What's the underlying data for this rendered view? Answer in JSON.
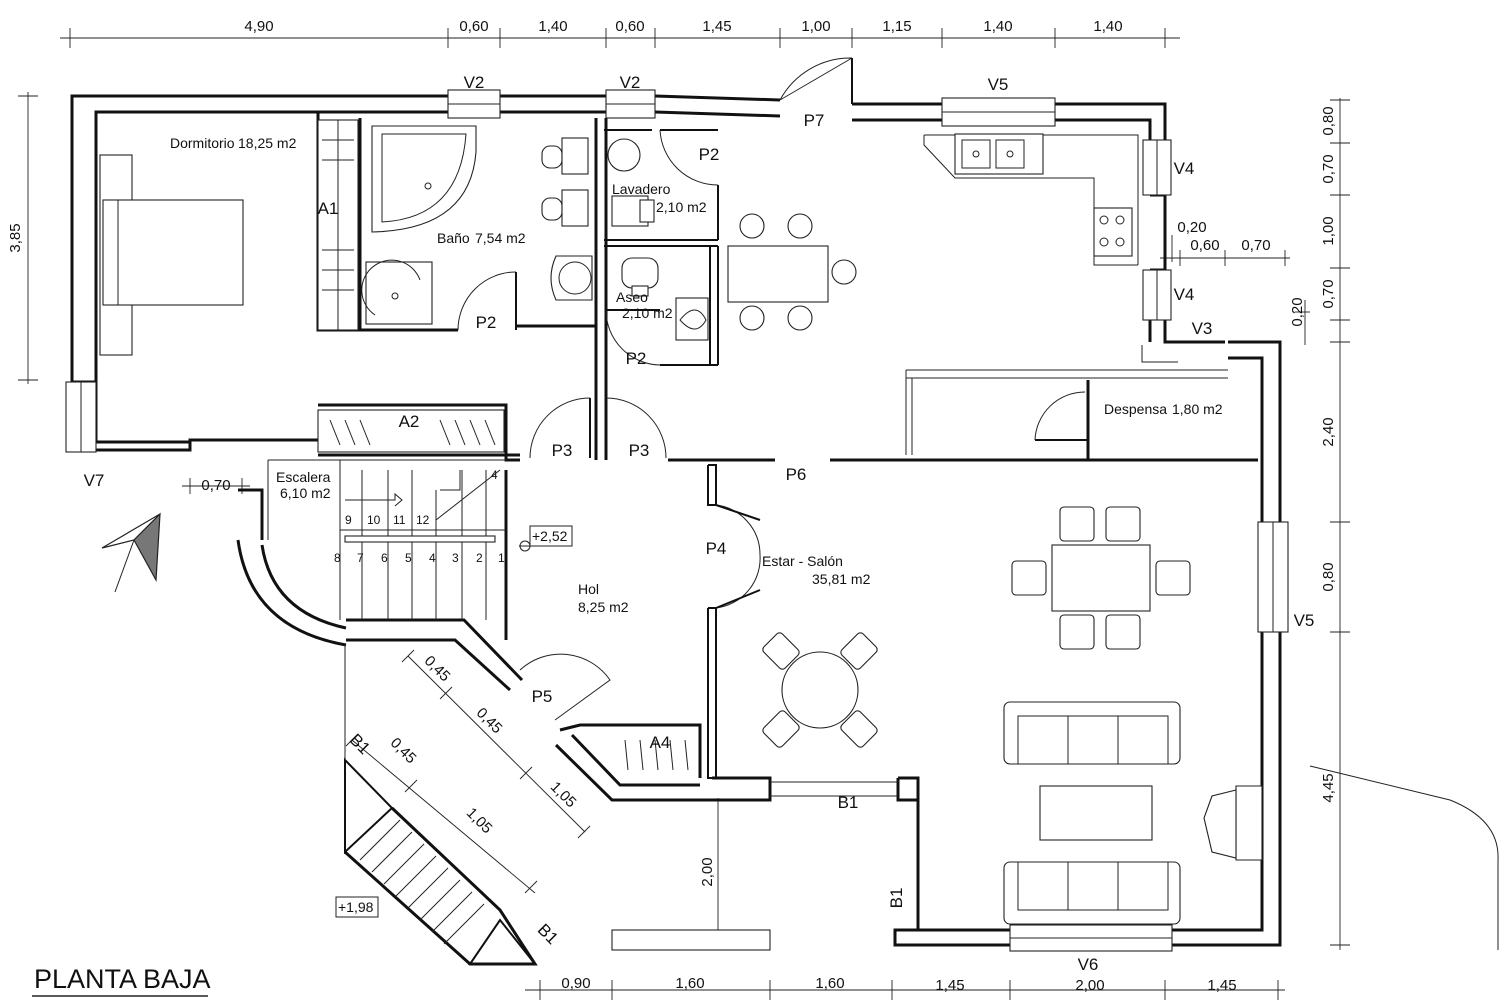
{
  "title": "PLANTA BAJA",
  "rooms": {
    "dormitorio": {
      "name": "Dormitorio",
      "area": "18,25 m2"
    },
    "bano": {
      "name": "Baño",
      "area": "7,54 m2"
    },
    "lavadero": {
      "name": "Lavadero",
      "area": "2,10 m2"
    },
    "aseo": {
      "name": "Aseo",
      "area": "2,10 m2"
    },
    "despensa": {
      "name": "Despensa",
      "area": "1,80 m2"
    },
    "escalera": {
      "name": "Escalera",
      "area": "6,10 m2"
    },
    "hol": {
      "name": "Hol",
      "area": "8,25 m2"
    },
    "estar": {
      "name": "Estar - Salón",
      "area": "35,81 m2"
    }
  },
  "codes": {
    "v2": "V2",
    "v5": "V5",
    "v4": "V4",
    "v3": "V3",
    "v6": "V6",
    "v7": "V7",
    "p2": "P2",
    "p3": "P3",
    "p4": "P4",
    "p5": "P5",
    "p6": "P6",
    "p7": "P7",
    "a1": "A1",
    "a2": "A2",
    "a4": "A4",
    "b1": "B1"
  },
  "levels": {
    "upper": "+2,52",
    "lower": "+1,98"
  },
  "stair_steps": [
    "1",
    "2",
    "3",
    "4",
    "5",
    "6",
    "7",
    "8",
    "9",
    "10",
    "11",
    "12"
  ],
  "dimensions": {
    "top": [
      "4,90",
      "0,60",
      "1,40",
      "0,60",
      "1,45",
      "1,00",
      "1,15",
      "1,40",
      "1,40"
    ],
    "bottom": [
      "0,90",
      "1,60",
      "1,60",
      "1,45",
      "2,00",
      "1,45"
    ],
    "left": [
      "3,85"
    ],
    "right": [
      "0,80",
      "0,70",
      "1,00",
      "0,70",
      "0,20",
      "2,40",
      "0,80",
      "4,45"
    ],
    "small": {
      "d020": "0,20",
      "d060": "0,60",
      "d070": "0,70",
      "d070b": "0,70",
      "d200": "2,00",
      "d045": "0,45",
      "d105": "1,05"
    }
  }
}
